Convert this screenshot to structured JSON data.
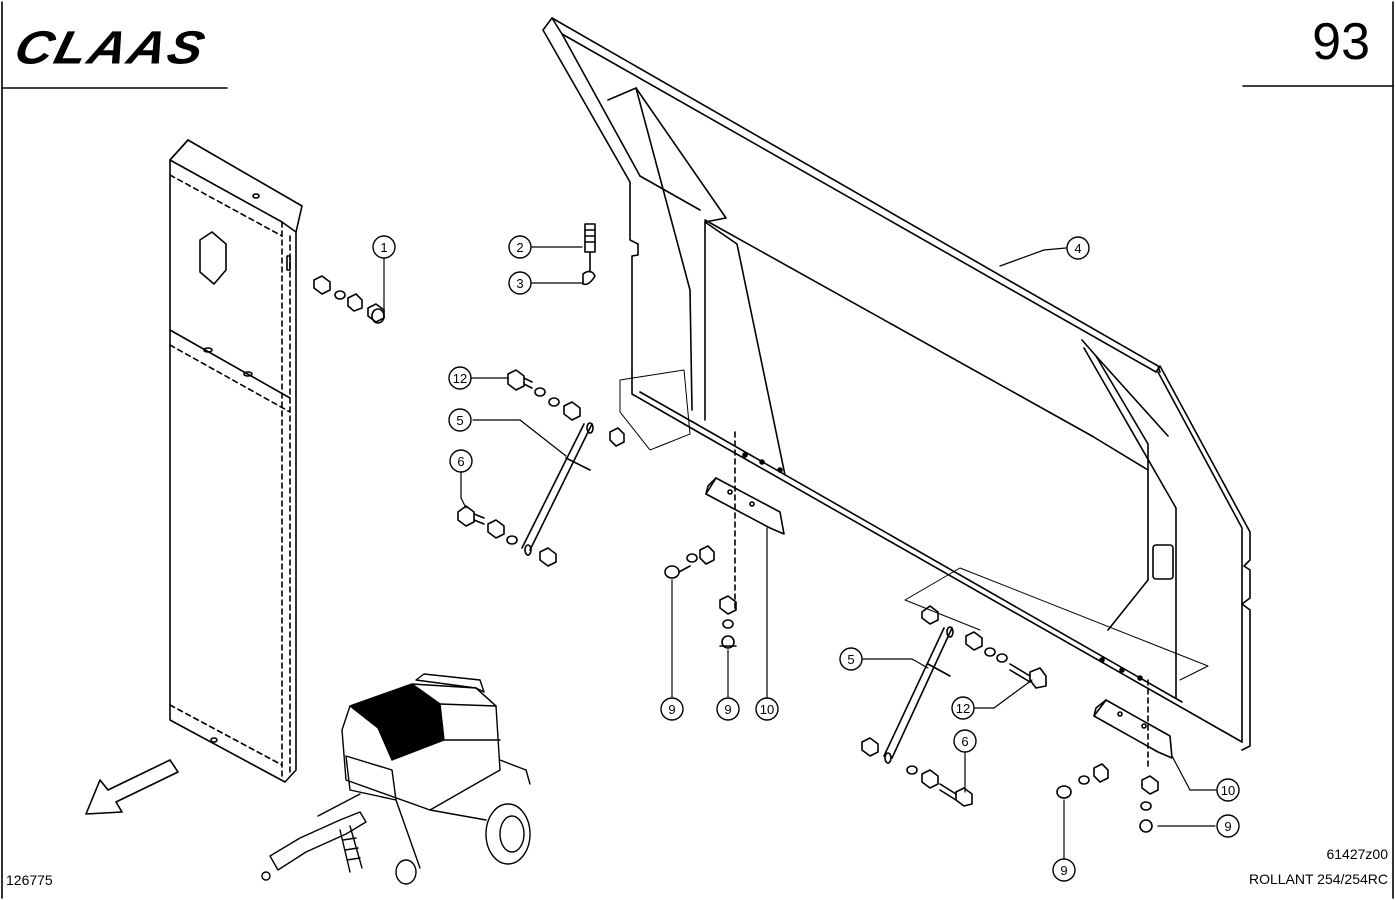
{
  "header": {
    "brand": "CLAAS",
    "page_number": "93"
  },
  "footer": {
    "sheet_code_left": "126775",
    "drawing_code": "61427z00",
    "model": "ROLLANT 254/254RC"
  },
  "callouts": [
    {
      "id": "c1",
      "label": "1"
    },
    {
      "id": "c2",
      "label": "2"
    },
    {
      "id": "c3",
      "label": "3"
    },
    {
      "id": "c4",
      "label": "4"
    },
    {
      "id": "c5a",
      "label": "5"
    },
    {
      "id": "c5b",
      "label": "5"
    },
    {
      "id": "c6a",
      "label": "6"
    },
    {
      "id": "c6b",
      "label": "6"
    },
    {
      "id": "c9a",
      "label": "9"
    },
    {
      "id": "c9b",
      "label": "9"
    },
    {
      "id": "c9c",
      "label": "9"
    },
    {
      "id": "c9d",
      "label": "9"
    },
    {
      "id": "c10a",
      "label": "10"
    },
    {
      "id": "c10b",
      "label": "10"
    },
    {
      "id": "c12a",
      "label": "12"
    },
    {
      "id": "c12b",
      "label": "12"
    }
  ]
}
